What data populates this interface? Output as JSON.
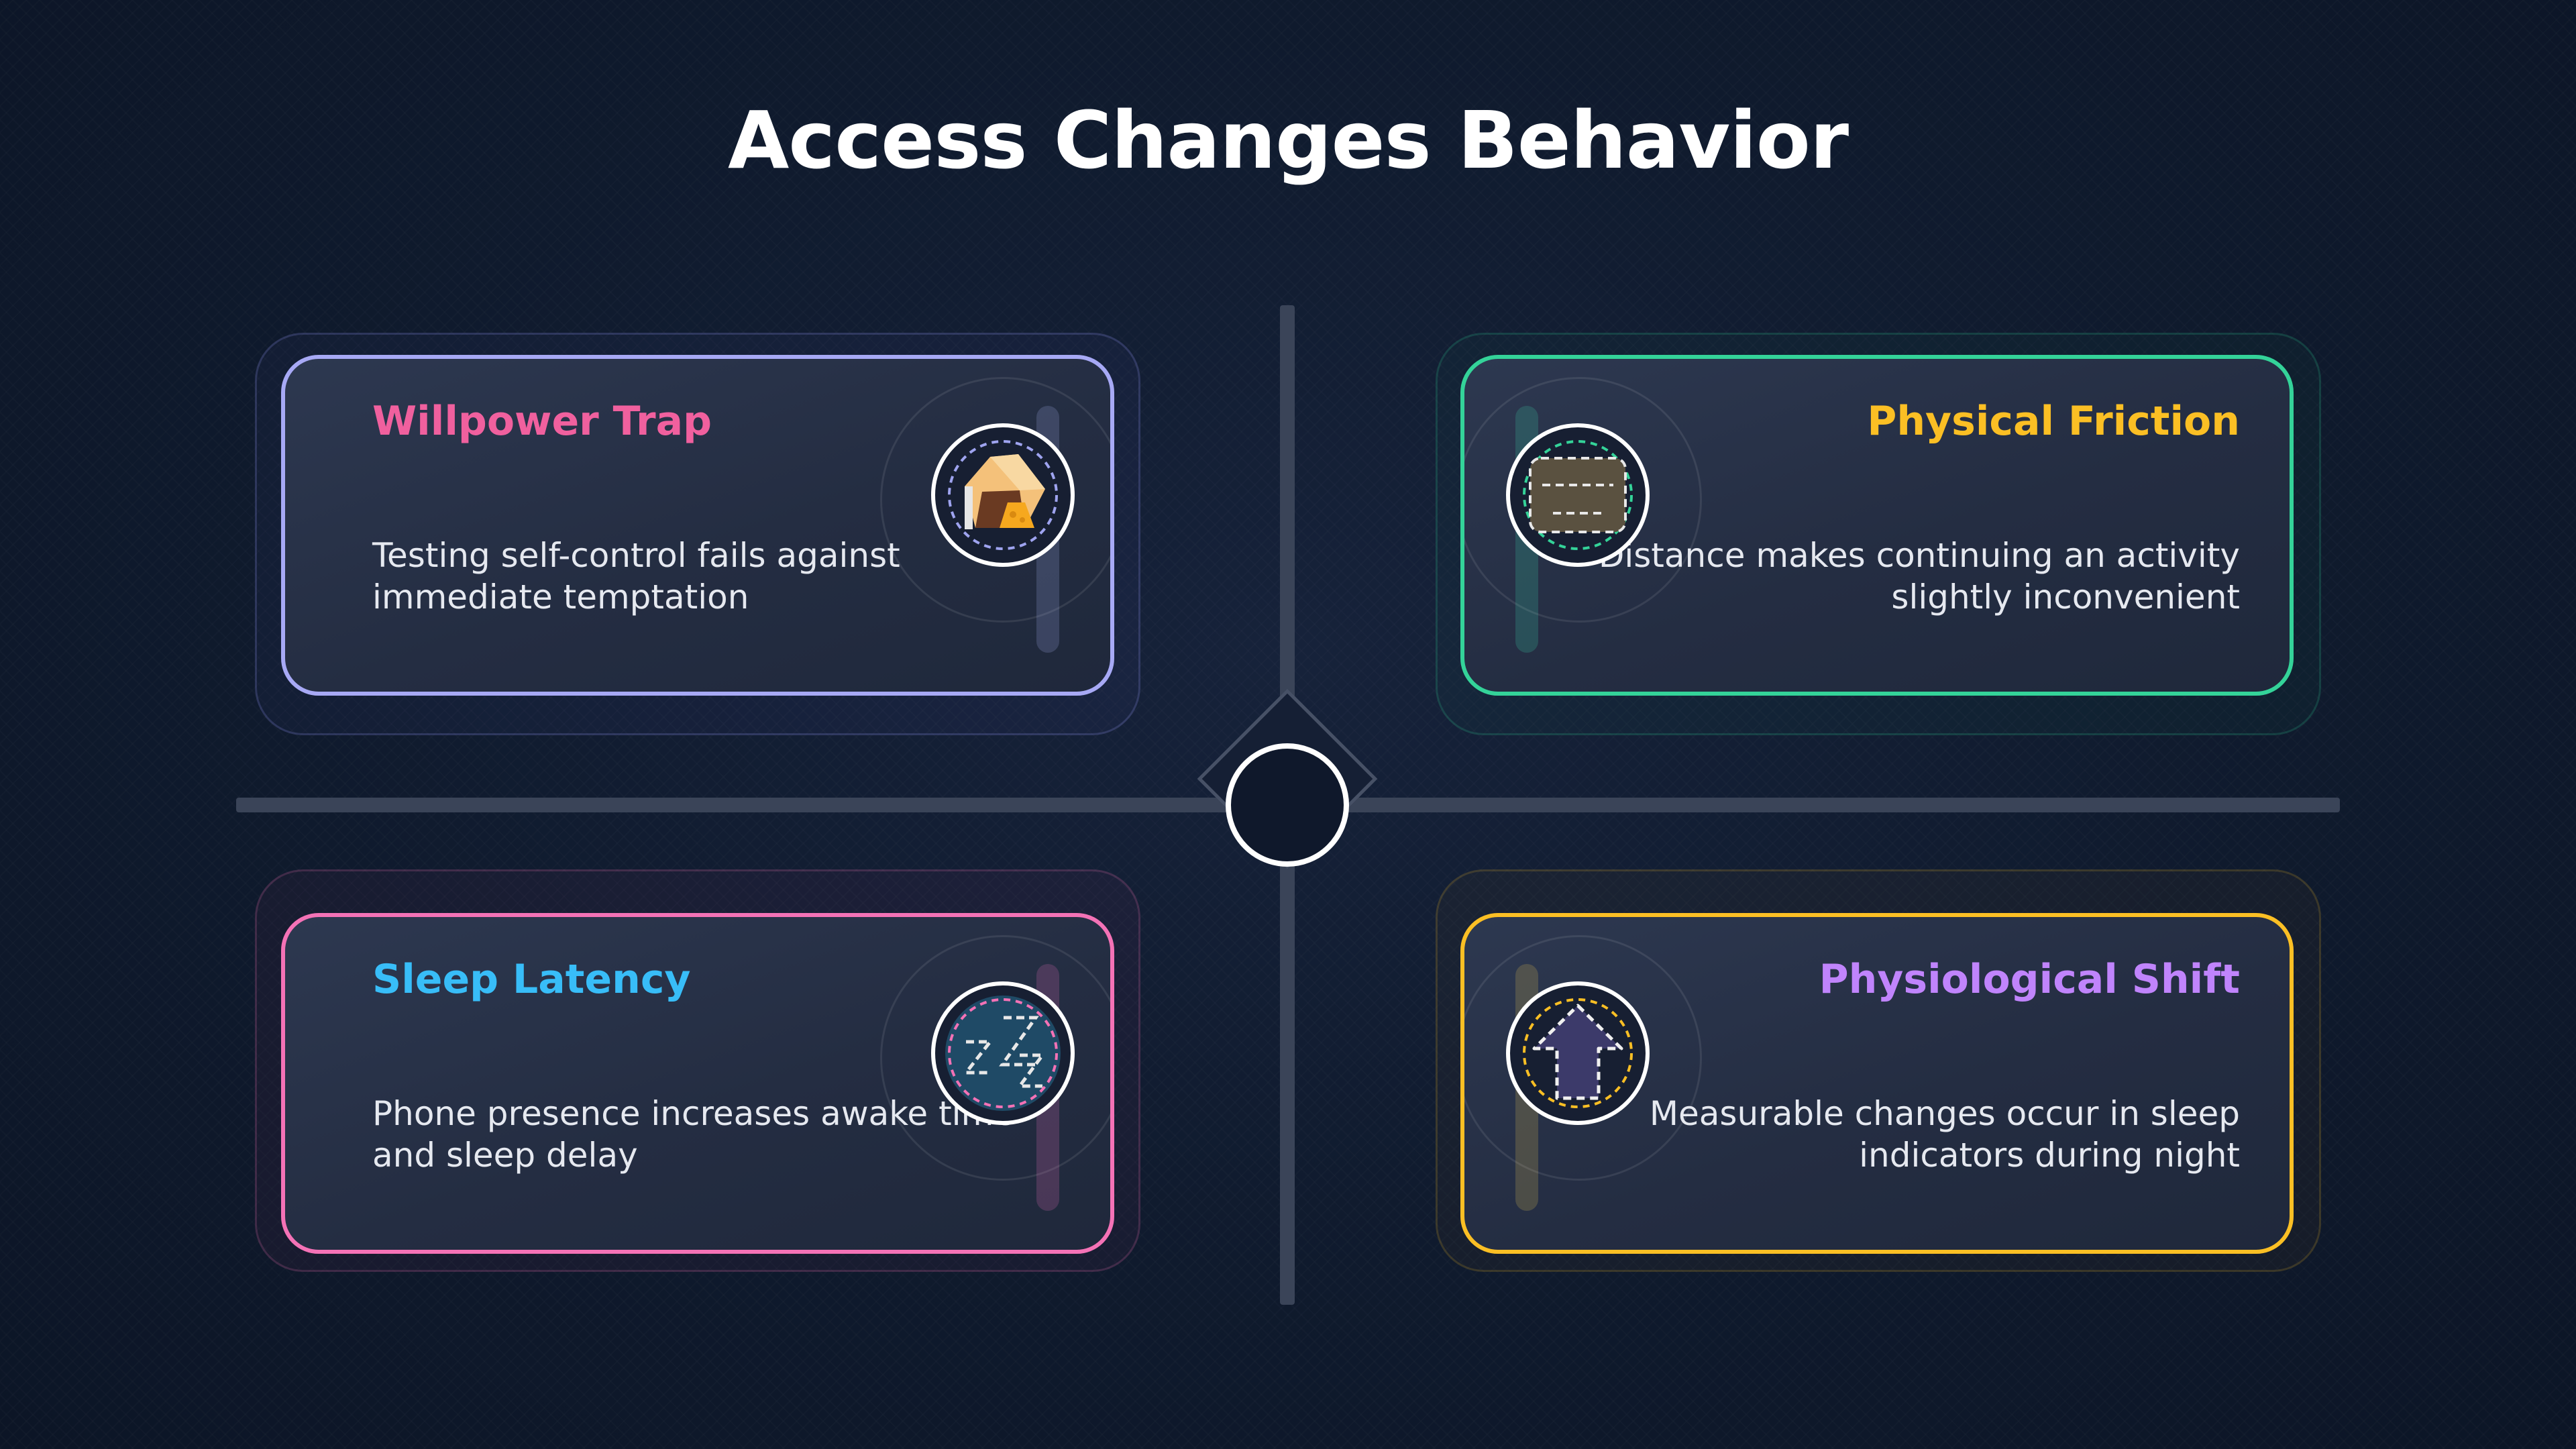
{
  "title": "Access Changes Behavior",
  "cards": [
    {
      "id": "willpower-trap",
      "title": "Willpower Trap",
      "lines": [
        "Testing self-control fails against",
        "immediate temptation"
      ],
      "title_color": "#f0609e",
      "border_color": "#a7a9f5",
      "icon": "cheese-trap-icon"
    },
    {
      "id": "physical-friction",
      "title": "Physical Friction",
      "lines": [
        "Distance makes continuing an activity",
        "slightly inconvenient"
      ],
      "title_color": "#fbbf24",
      "border_color": "#34d399",
      "icon": "card-icon"
    },
    {
      "id": "sleep-latency",
      "title": "Sleep Latency",
      "lines": [
        "Phone presence increases awake time",
        "and sleep delay"
      ],
      "title_color": "#38bdf8",
      "border_color": "#f472b6",
      "icon": "sleep-zz-icon"
    },
    {
      "id": "physiological-shift",
      "title": "Physiological Shift",
      "lines": [
        "Measurable changes occur in sleep",
        "indicators during night"
      ],
      "title_color": "#c084fc",
      "border_color": "#fbbf24",
      "icon": "arrow-up-icon"
    }
  ]
}
